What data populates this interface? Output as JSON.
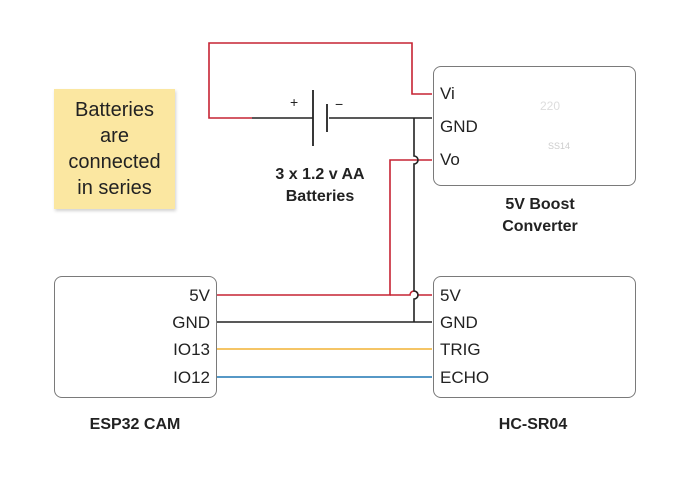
{
  "note": {
    "lines": [
      "Batteries",
      "are",
      "connected",
      "in series"
    ]
  },
  "battery": {
    "label_line1": "3 x 1.2 v AA",
    "label_line2": "Batteries",
    "plus": "+",
    "minus": "−"
  },
  "boost": {
    "caption_line1": "5V Boost",
    "caption_line2": "Converter",
    "pins": [
      "Vi",
      "GND",
      "Vo"
    ],
    "board_marks": {
      "vi": "Vi",
      "vo": "Vo",
      "inductor": "220",
      "chip": "SS14"
    }
  },
  "esp32": {
    "caption": "ESP32 CAM",
    "pins": [
      "5V",
      "GND",
      "IO13",
      "IO12"
    ]
  },
  "hcsr04": {
    "caption": "HC-SR04",
    "pins": [
      "5V",
      "GND",
      "TRIG",
      "ECHO"
    ],
    "board_mark": "HC-SR04"
  },
  "wire_colors": {
    "power": "#c62333",
    "ground": "#222222",
    "trig": "#f2b233",
    "echo": "#1f77b4"
  }
}
